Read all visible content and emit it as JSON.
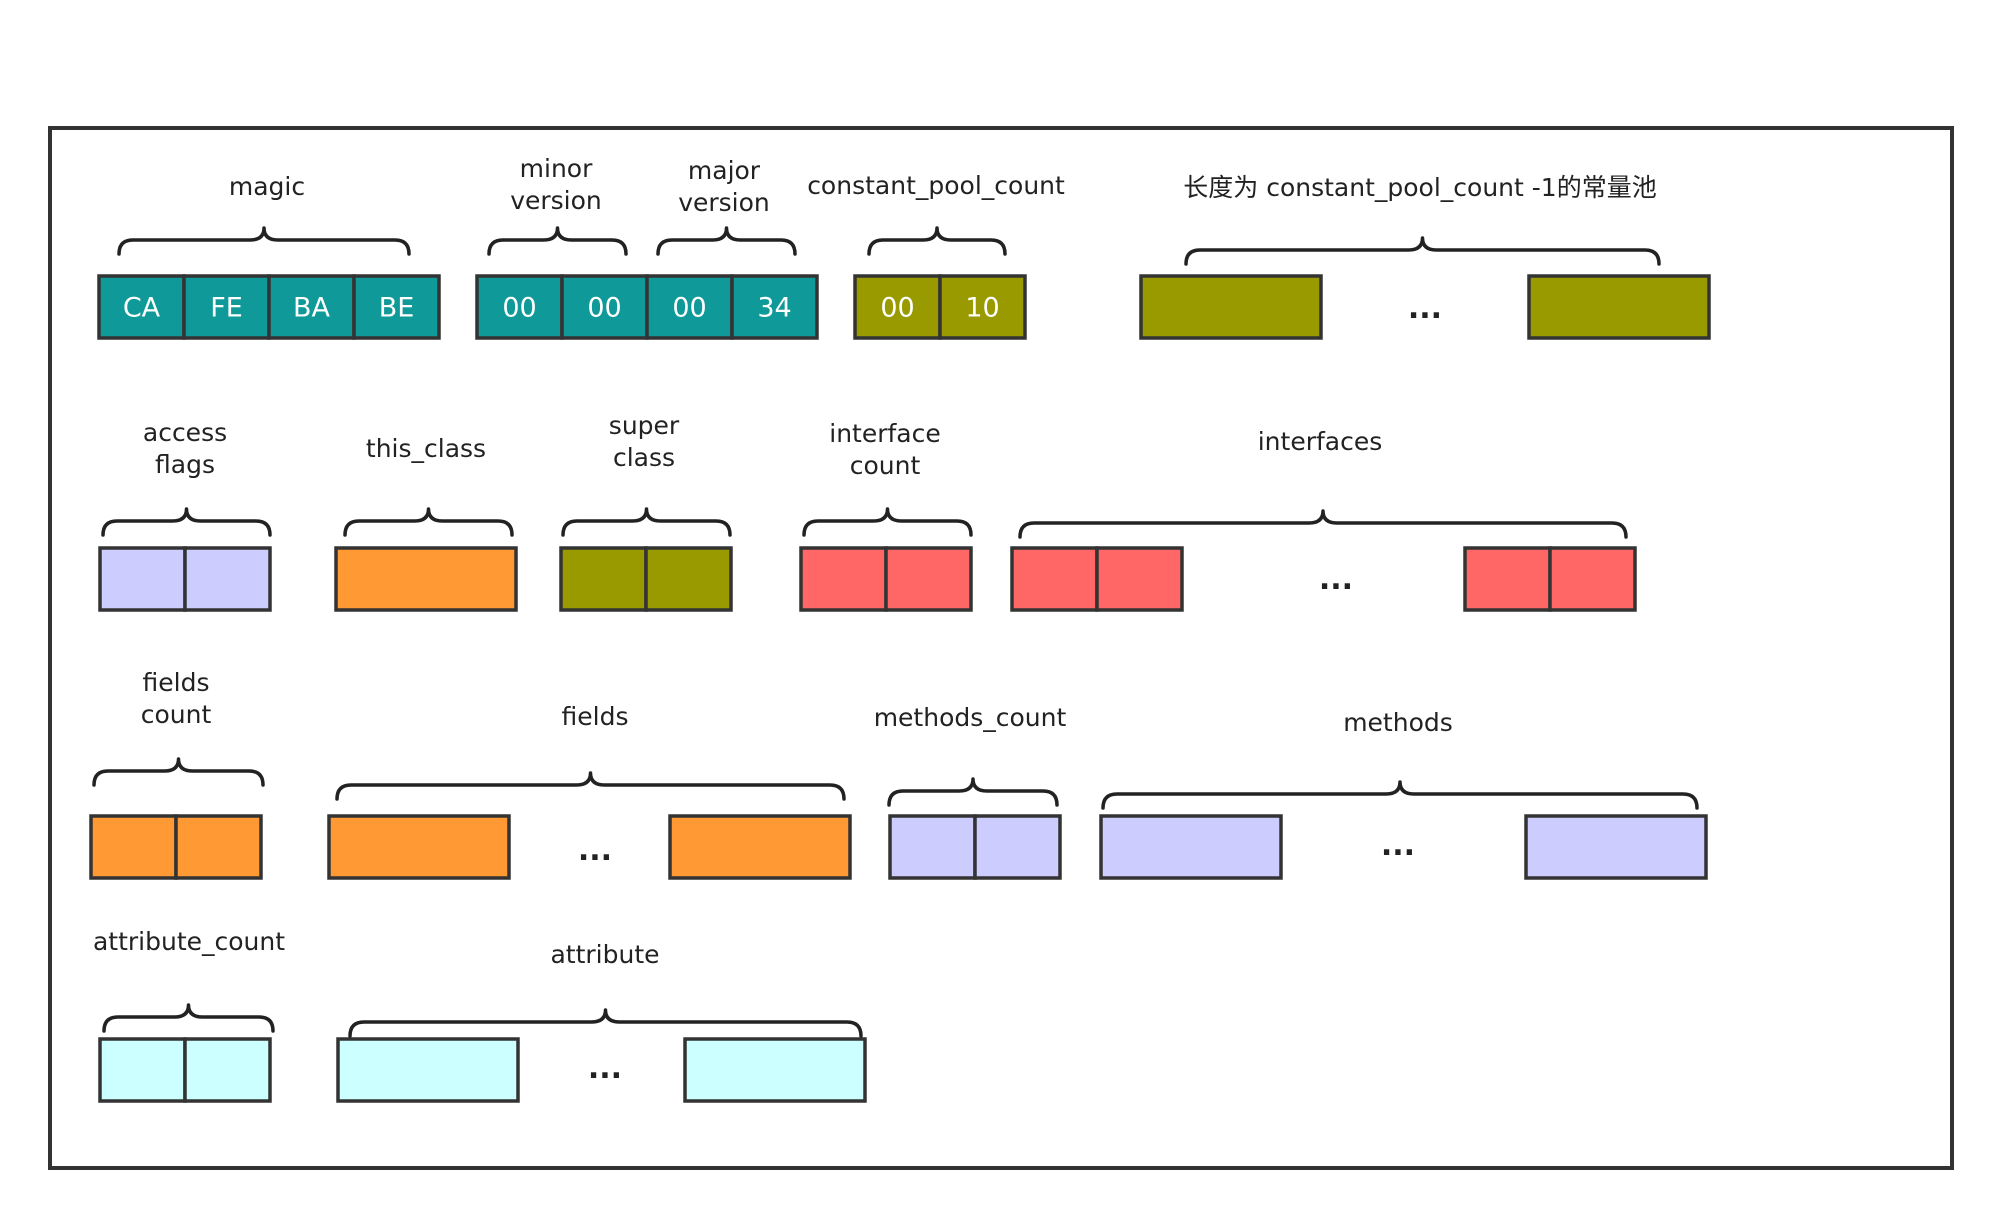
{
  "colors": {
    "teal": "#0f9999",
    "olive": "#999900",
    "lavender": "#ccccff",
    "orange": "#ff9933",
    "red": "#ff6666",
    "cyan": "#ccffff",
    "border": "#333333"
  },
  "labels": {
    "magic": "magic",
    "minor_version": [
      "minor",
      "version"
    ],
    "major_version": [
      "major",
      "version"
    ],
    "constant_pool_count": "constant_pool_count",
    "constant_pool": "长度为 constant_pool_count -1的常量池",
    "access_flags": [
      "access",
      "flags"
    ],
    "this_class": "this_class",
    "super_class": [
      "super",
      "class"
    ],
    "interface_count": [
      "interface",
      "count"
    ],
    "interfaces": "interfaces",
    "fields_count": [
      "fields",
      "count"
    ],
    "fields": "fields",
    "methods_count": "methods_count",
    "methods": "methods",
    "attribute_count": "attribute_count",
    "attribute": "attribute"
  },
  "bytes": {
    "magic": [
      "CA",
      "FE",
      "BA",
      "BE"
    ],
    "minor_version": [
      "00",
      "00"
    ],
    "major_version": [
      "00",
      "34"
    ],
    "constant_pool_count": [
      "00",
      "10"
    ]
  },
  "ellipsis": "..."
}
